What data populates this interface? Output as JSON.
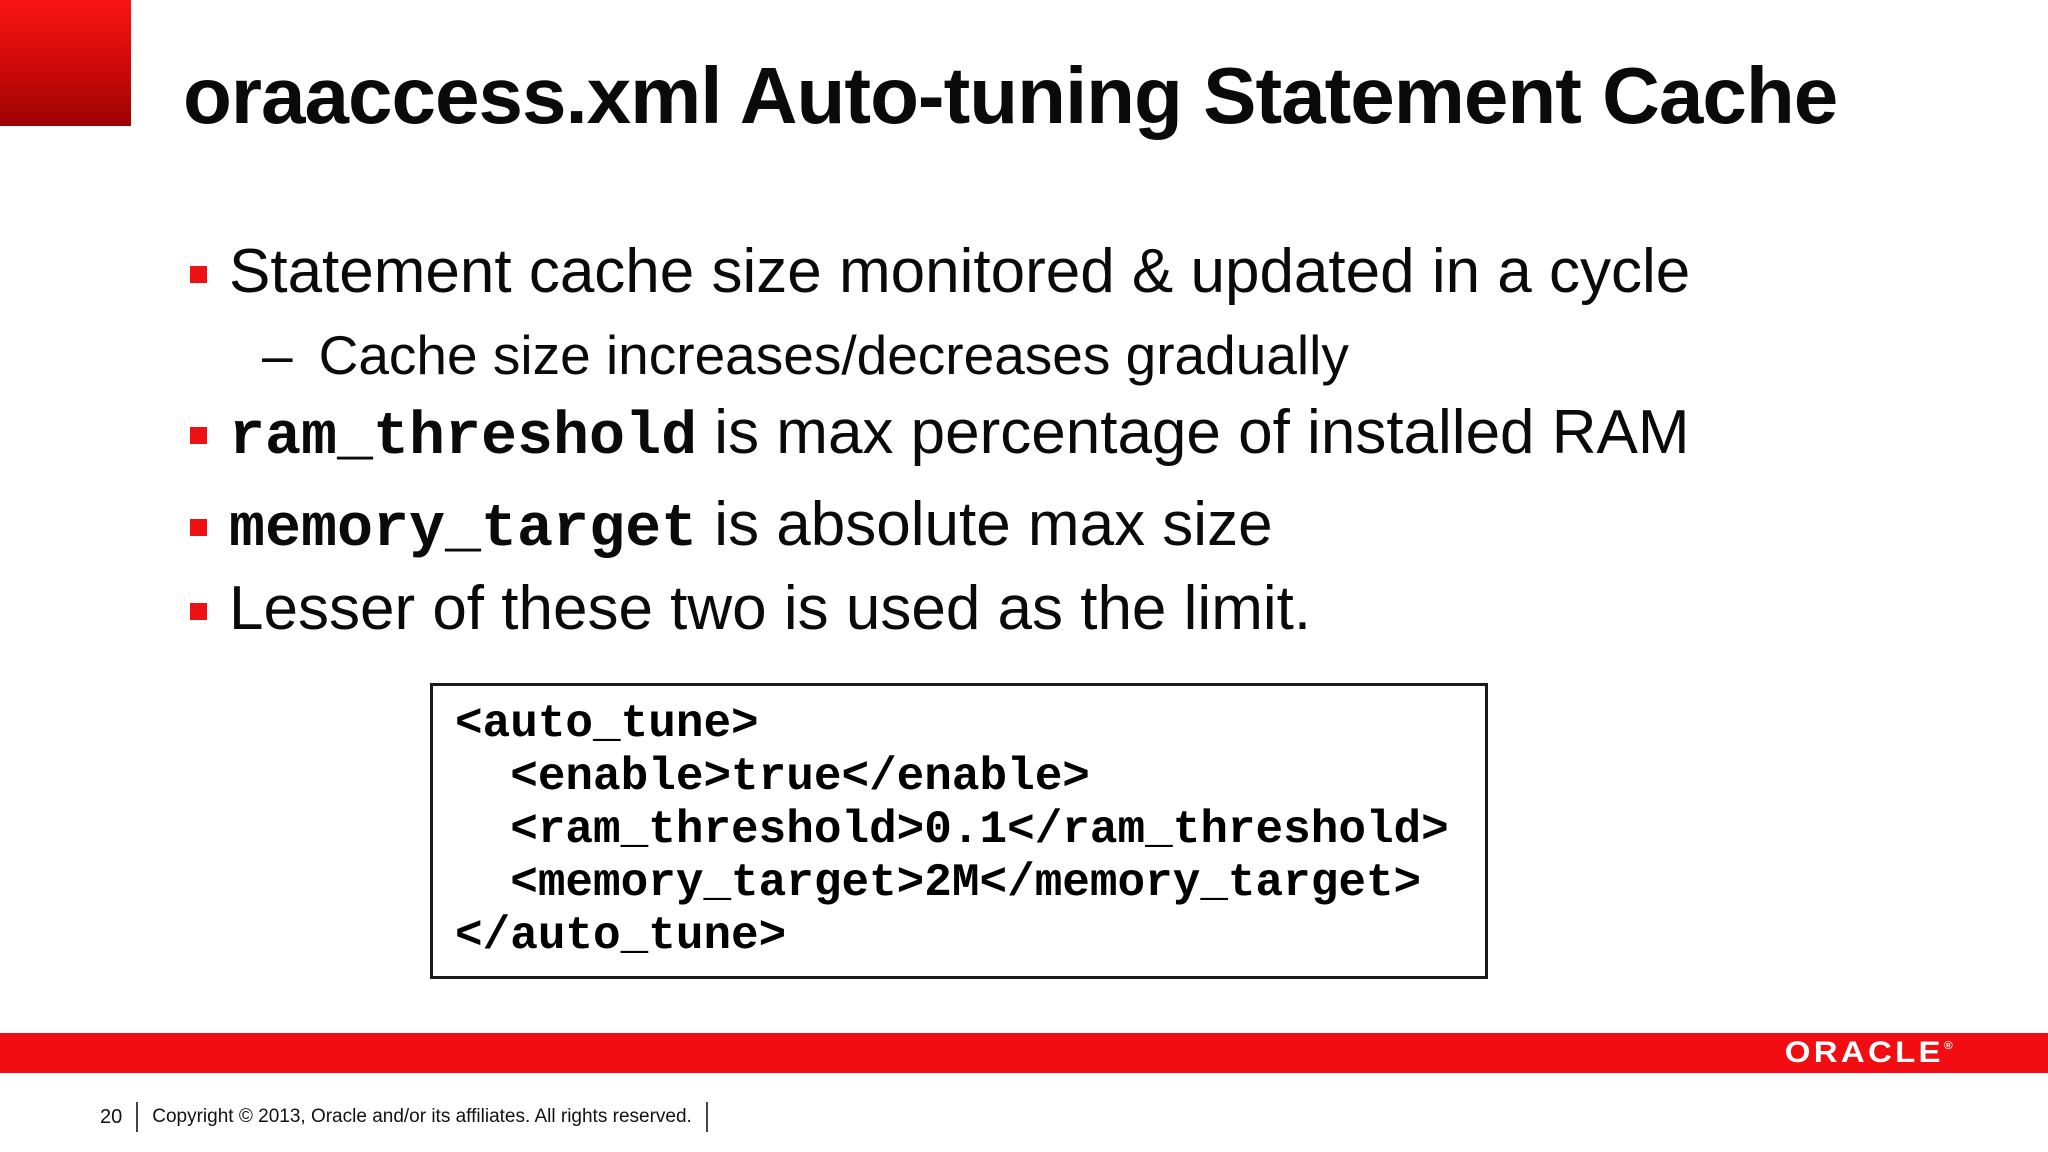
{
  "slide": {
    "title": "oraaccess.xml Auto-tuning Statement Cache",
    "bullets": [
      {
        "level": 1,
        "mono": "",
        "text": "Statement cache size monitored & updated in a cycle"
      },
      {
        "level": 2,
        "dash": "–",
        "text": "Cache size increases/decreases gradually"
      },
      {
        "level": 1,
        "mono": "ram_threshold",
        "text": " is max percentage of installed RAM"
      },
      {
        "level": 1,
        "mono": "memory_target",
        "text": " is absolute max size"
      },
      {
        "level": 1,
        "mono": "",
        "text": "Lesser of these two is used as the limit."
      }
    ],
    "code": {
      "text": "<auto_tune>\n  <enable>true</enable>\n  <ram_threshold>0.1</ram_threshold>\n  <memory_target>2M</memory_target>\n</auto_tune>"
    },
    "brand": {
      "logo_text": "ORACLE",
      "registered_mark": "®"
    },
    "footer": {
      "page_number": "20",
      "copyright": "Copyright © 2013, Oracle and/or its affiliates. All rights reserved."
    },
    "colors": {
      "accent_red_bar": "#f20d13",
      "bullet_red": "#ee1114",
      "corner_gradient_top": "#fa1414",
      "corner_gradient_bottom": "#9d0202",
      "logo_text_color": "#ffffff",
      "body_text": "#0a0a0a"
    }
  }
}
